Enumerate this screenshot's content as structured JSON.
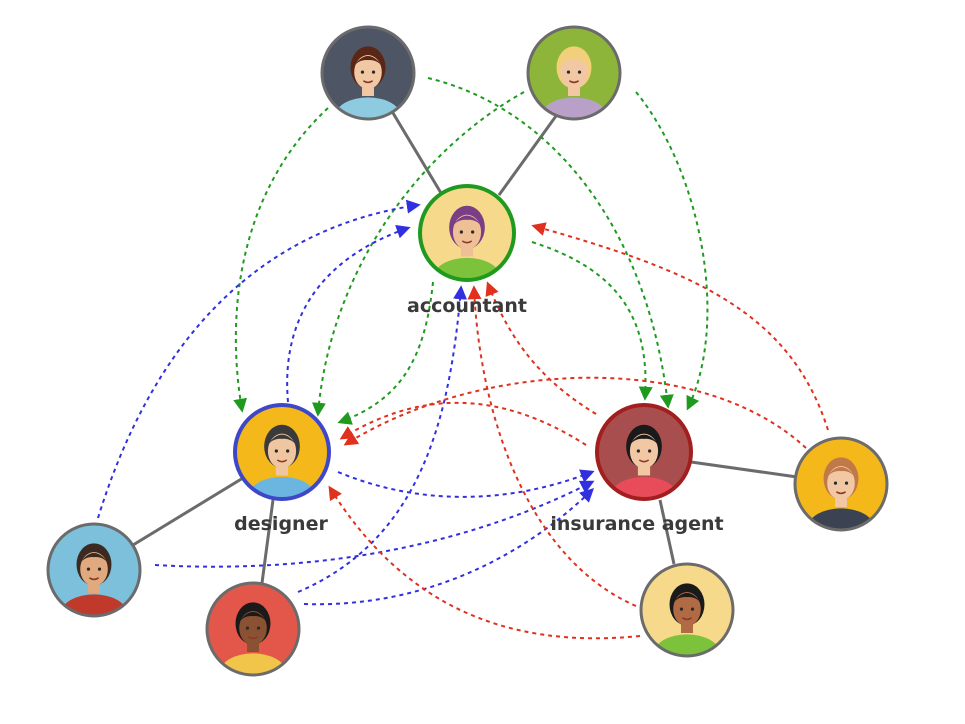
{
  "nodes": {
    "accountant": {
      "label": "accountant",
      "ring_color": "#1f9a1f",
      "bg": "#f6d98a",
      "hair": "#7a3e86",
      "shirt": "#7cc23a",
      "skin": "#efbf96"
    },
    "designer": {
      "label": "designer",
      "ring_color": "#3f47c9",
      "bg": "#f5b81a",
      "hair": "#3a3a3a",
      "shirt": "#6bb6e0",
      "skin": "#f0c6a0"
    },
    "insurance_agent": {
      "label": "insurance agent",
      "ring_color": "#a11f1f",
      "bg": "#a94e4e",
      "hair": "#1a1a1a",
      "shirt": "#e84b5a",
      "skin": "#f1c7a4"
    },
    "person_top_left": {
      "label": "",
      "bg": "#4e5565",
      "hair": "#5a2616",
      "shirt": "#8ecbe0",
      "skin": "#f1c7a4"
    },
    "person_top_right": {
      "label": "",
      "bg": "#8db53a",
      "hair": "#f2d07a",
      "shirt": "#b8a0c8",
      "skin": "#f1c7a4"
    },
    "person_left": {
      "label": "",
      "bg": "#7cc0dc",
      "hair": "#3a2a22",
      "shirt": "#c0392b",
      "skin": "#e0a97e"
    },
    "person_bottom_left": {
      "label": "",
      "bg": "#e3574a",
      "hair": "#1a1a1a",
      "shirt": "#f1c54a",
      "skin": "#8a5232"
    },
    "person_right": {
      "label": "",
      "bg": "#f5b81a",
      "hair": "#c07a4a",
      "shirt": "#3b4352",
      "skin": "#f1c7a4"
    },
    "person_bottom_right": {
      "label": "",
      "bg": "#f6d98a",
      "hair": "#1a1a1a",
      "shirt": "#7cc23a",
      "skin": "#b06a44"
    }
  },
  "colors": {
    "link": "#6b6b6b",
    "green_arrow": "#1f9a1f",
    "blue_arrow": "#3030e0",
    "red_arrow": "#e0301e"
  }
}
